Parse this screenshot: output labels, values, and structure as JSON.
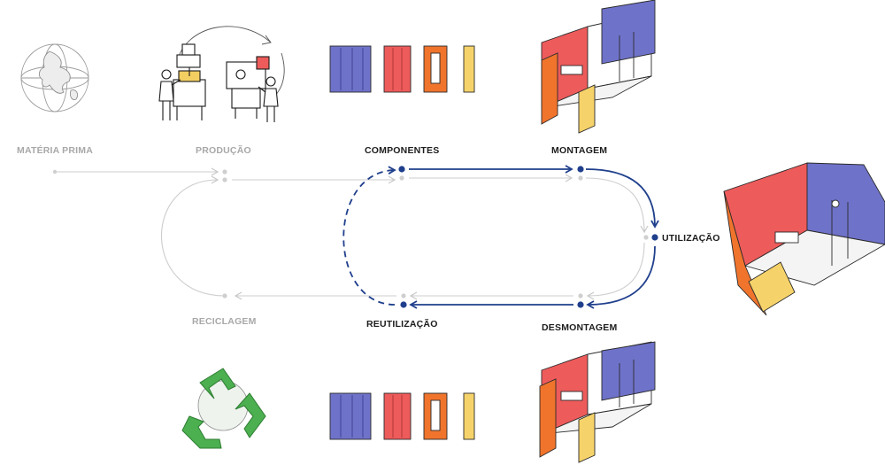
{
  "labels": {
    "materia_prima": "MATÉRIA PRIMA",
    "producao": "PRODUÇÃO",
    "componentes": "COMPONENTES",
    "montagem": "MONTAGEM",
    "utilizacao": "UTILIZAÇÃO",
    "desmontagem": "DESMONTAGEM",
    "reutilizacao": "REUTILIZAÇÃO",
    "reciclagem": "RECICLAGEM"
  },
  "colors": {
    "accent_blue": "#1f3f8c",
    "inactive_grey": "#c4c4c4",
    "label_grey": "#a8a8a8",
    "label_dark": "#1c1c1c",
    "panel_blue": "#6f72c9",
    "panel_red": "#ee5b5b",
    "panel_orange": "#f0742c",
    "panel_yellow": "#f6d36a",
    "recycle_green": "#4caf50"
  },
  "icons": {
    "globe": "globe-icon",
    "production": "factory-machines-icon",
    "components_top": "wall-panels-icon",
    "assembly_top": "bathroom-module-icon",
    "usage": "bathroom-module-icon",
    "recycle": "recycle-icon",
    "components_bottom": "wall-panels-icon",
    "assembly_bottom": "bathroom-module-icon"
  }
}
